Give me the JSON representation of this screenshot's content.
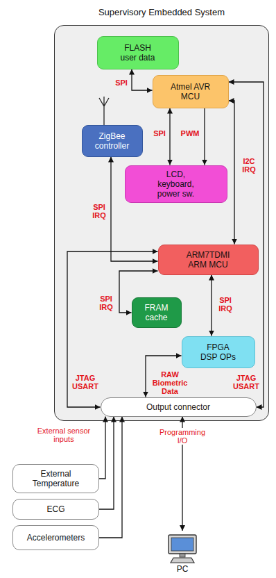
{
  "diagram": {
    "nodes": [
      {
        "text": [
          "Supervisory Embedded System"
        ]
      },
      {
        "text": [
          "FLASH",
          "user data"
        ],
        "in": 0
      },
      {
        "text": [
          "Atmel AVR MCU"
        ],
        "in": 0
      },
      {
        "text": [
          "ZigBee controller"
        ],
        "in": 0
      },
      {
        "text": [
          "LCD, keyboard, power sw."
        ],
        "in": 0
      },
      {
        "text": [
          "ARM7TDMI ARM MCU"
        ],
        "in": 0
      },
      {
        "text": [
          "FRAM cache"
        ],
        "in": 0
      },
      {
        "text": [
          "FPGA DSP OPs"
        ],
        "in": 0
      },
      {
        "text": [
          "Output connector"
        ],
        "in": 0
      },
      {
        "text": [
          "External Temperature"
        ]
      },
      {
        "text": [
          "ECG"
        ]
      },
      {
        "text": [
          "Accelerometers"
        ]
      },
      {
        "text": [
          "PC"
        ]
      }
    ],
    "edges": [
      {
        "from": 1,
        "to": 2,
        "label": "SPI",
        "arrow": "both"
      },
      {
        "from": 2,
        "to": 4,
        "label": "SPI",
        "arrow": "both"
      },
      {
        "from": 2,
        "to": 4,
        "label": "PWM",
        "arrow": "to"
      },
      {
        "from": 3,
        "to": 5,
        "label": "SPI IRQ",
        "arrow": "both"
      },
      {
        "from": 2,
        "to": 5,
        "label": "I2C IRQ",
        "arrow": "both"
      },
      {
        "from": 5,
        "to": 6,
        "label": "SPI IRQ",
        "arrow": "both"
      },
      {
        "from": 5,
        "to": 7,
        "label": "SPI IRQ",
        "arrow": "both"
      },
      {
        "from": 7,
        "to": 8,
        "label": "RAW Biometric Data",
        "arrow": "both"
      },
      {
        "from": 5,
        "to": 8,
        "label": "JTAG USART",
        "arrow": "both"
      },
      {
        "from": 2,
        "to": 8,
        "label": "JTAG USART",
        "arrow": "both"
      },
      {
        "from": 9,
        "to": 8,
        "arrow": "to"
      },
      {
        "from": 10,
        "to": 8,
        "arrow": "to"
      },
      {
        "from": 11,
        "to": 8,
        "arrow": "to"
      },
      {
        "from": 8,
        "to": 12,
        "label": "Programming I/O",
        "arrow": "both"
      }
    ],
    "labels": [
      "External sensor inputs"
    ]
  }
}
